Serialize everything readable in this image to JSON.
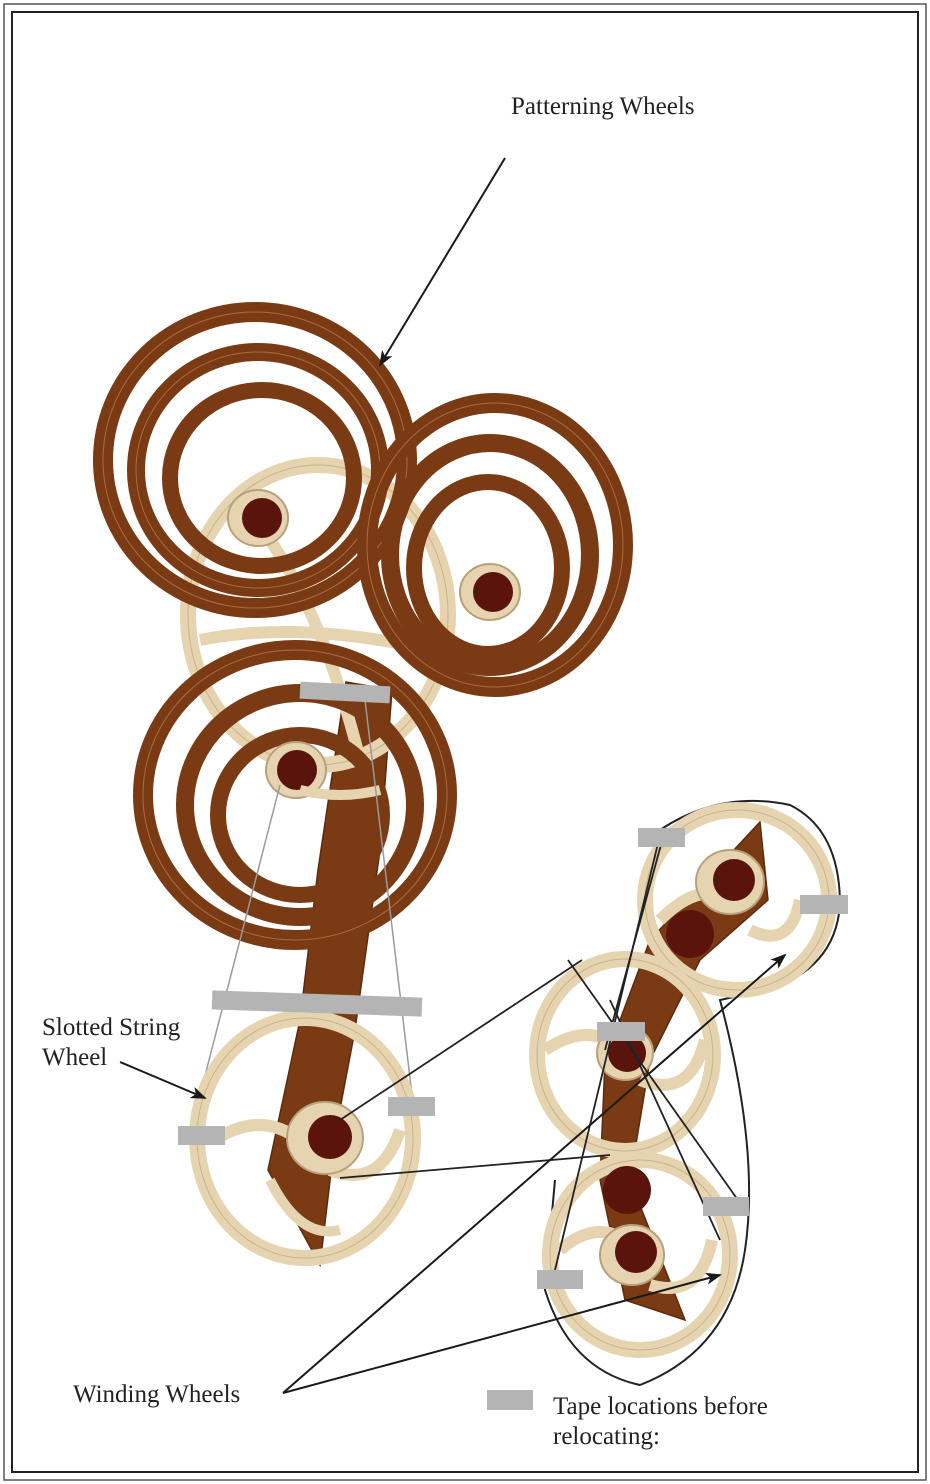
{
  "labels": {
    "patterning_wheels": "Patterning Wheels",
    "slotted_string_wheel_line1": "Slotted String",
    "slotted_string_wheel_line2": "Wheel",
    "winding_wheels": "Winding Wheels",
    "tape_legend_line1": "Tape locations before",
    "tape_legend_line2": "relocating:"
  },
  "colors": {
    "wood_dark": "#7a3b14",
    "wood_light": "#e6d3b0",
    "axle": "#5a140c",
    "tape": "#b4b4b4",
    "frame": "#444444",
    "leader": "#1a1a1a"
  }
}
